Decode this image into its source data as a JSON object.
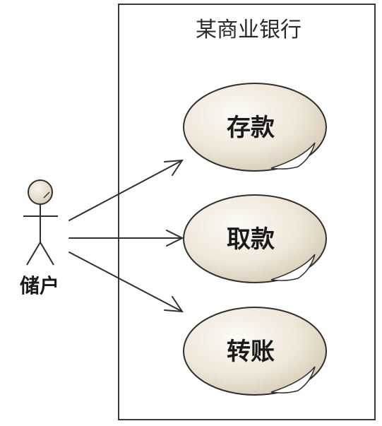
{
  "system": {
    "title": "某商业银行"
  },
  "actor": {
    "label": "储户"
  },
  "use_cases": [
    {
      "label": "存款"
    },
    {
      "label": "取款"
    },
    {
      "label": "转账"
    }
  ],
  "colors": {
    "usecase_fill_light": "#fbf8f1",
    "usecase_fill_dark": "#dcd2c0",
    "stroke": "#2f2f2f",
    "actor_head_fill": "#e8dfcf"
  }
}
